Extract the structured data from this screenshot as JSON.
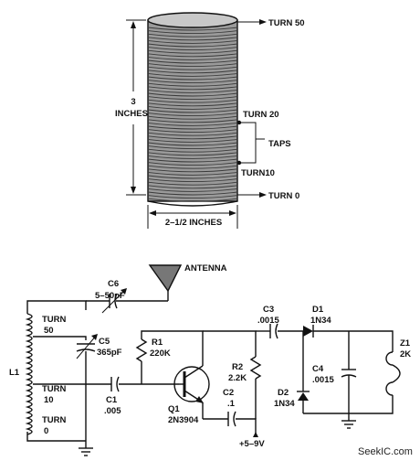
{
  "coil_drawing": {
    "turn_top": "TURN 50",
    "turn_20": "TURN 20",
    "taps": "TAPS",
    "turn_10": "TURN10",
    "turn_bottom": "TURN 0",
    "height_value": "3",
    "height_unit": "INCHES",
    "width_label": "2–1/2 INCHES"
  },
  "schematic": {
    "l1": "L1",
    "l1_taps": [
      {
        "line1": "TURN",
        "line2": "50"
      },
      {
        "line1": "TURN",
        "line2": "10"
      },
      {
        "line1": "TURN",
        "line2": "0"
      }
    ],
    "antenna": "ANTENNA",
    "c6": {
      "ref": "C6",
      "value": "5–50pF"
    },
    "c5": {
      "ref": "C5",
      "value": "365pF"
    },
    "c1": {
      "ref": "C1",
      "value": ".005"
    },
    "r1": {
      "ref": "R1",
      "value": "220K"
    },
    "q1": {
      "ref": "Q1",
      "value": "2N3904"
    },
    "c2": {
      "ref": "C2",
      "value": ".1"
    },
    "r2": {
      "ref": "R2",
      "value": "2.2K"
    },
    "c3": {
      "ref": "C3",
      "value": ".0015"
    },
    "d1": {
      "ref": "D1",
      "value": "1N34"
    },
    "d2": {
      "ref": "D2",
      "value": "1N34"
    },
    "c4": {
      "ref": "C4",
      "value": ".0015"
    },
    "z1": {
      "ref": "Z1",
      "value": "2K"
    },
    "supply": "+5–9V"
  },
  "watermark": "SeekIC.com"
}
